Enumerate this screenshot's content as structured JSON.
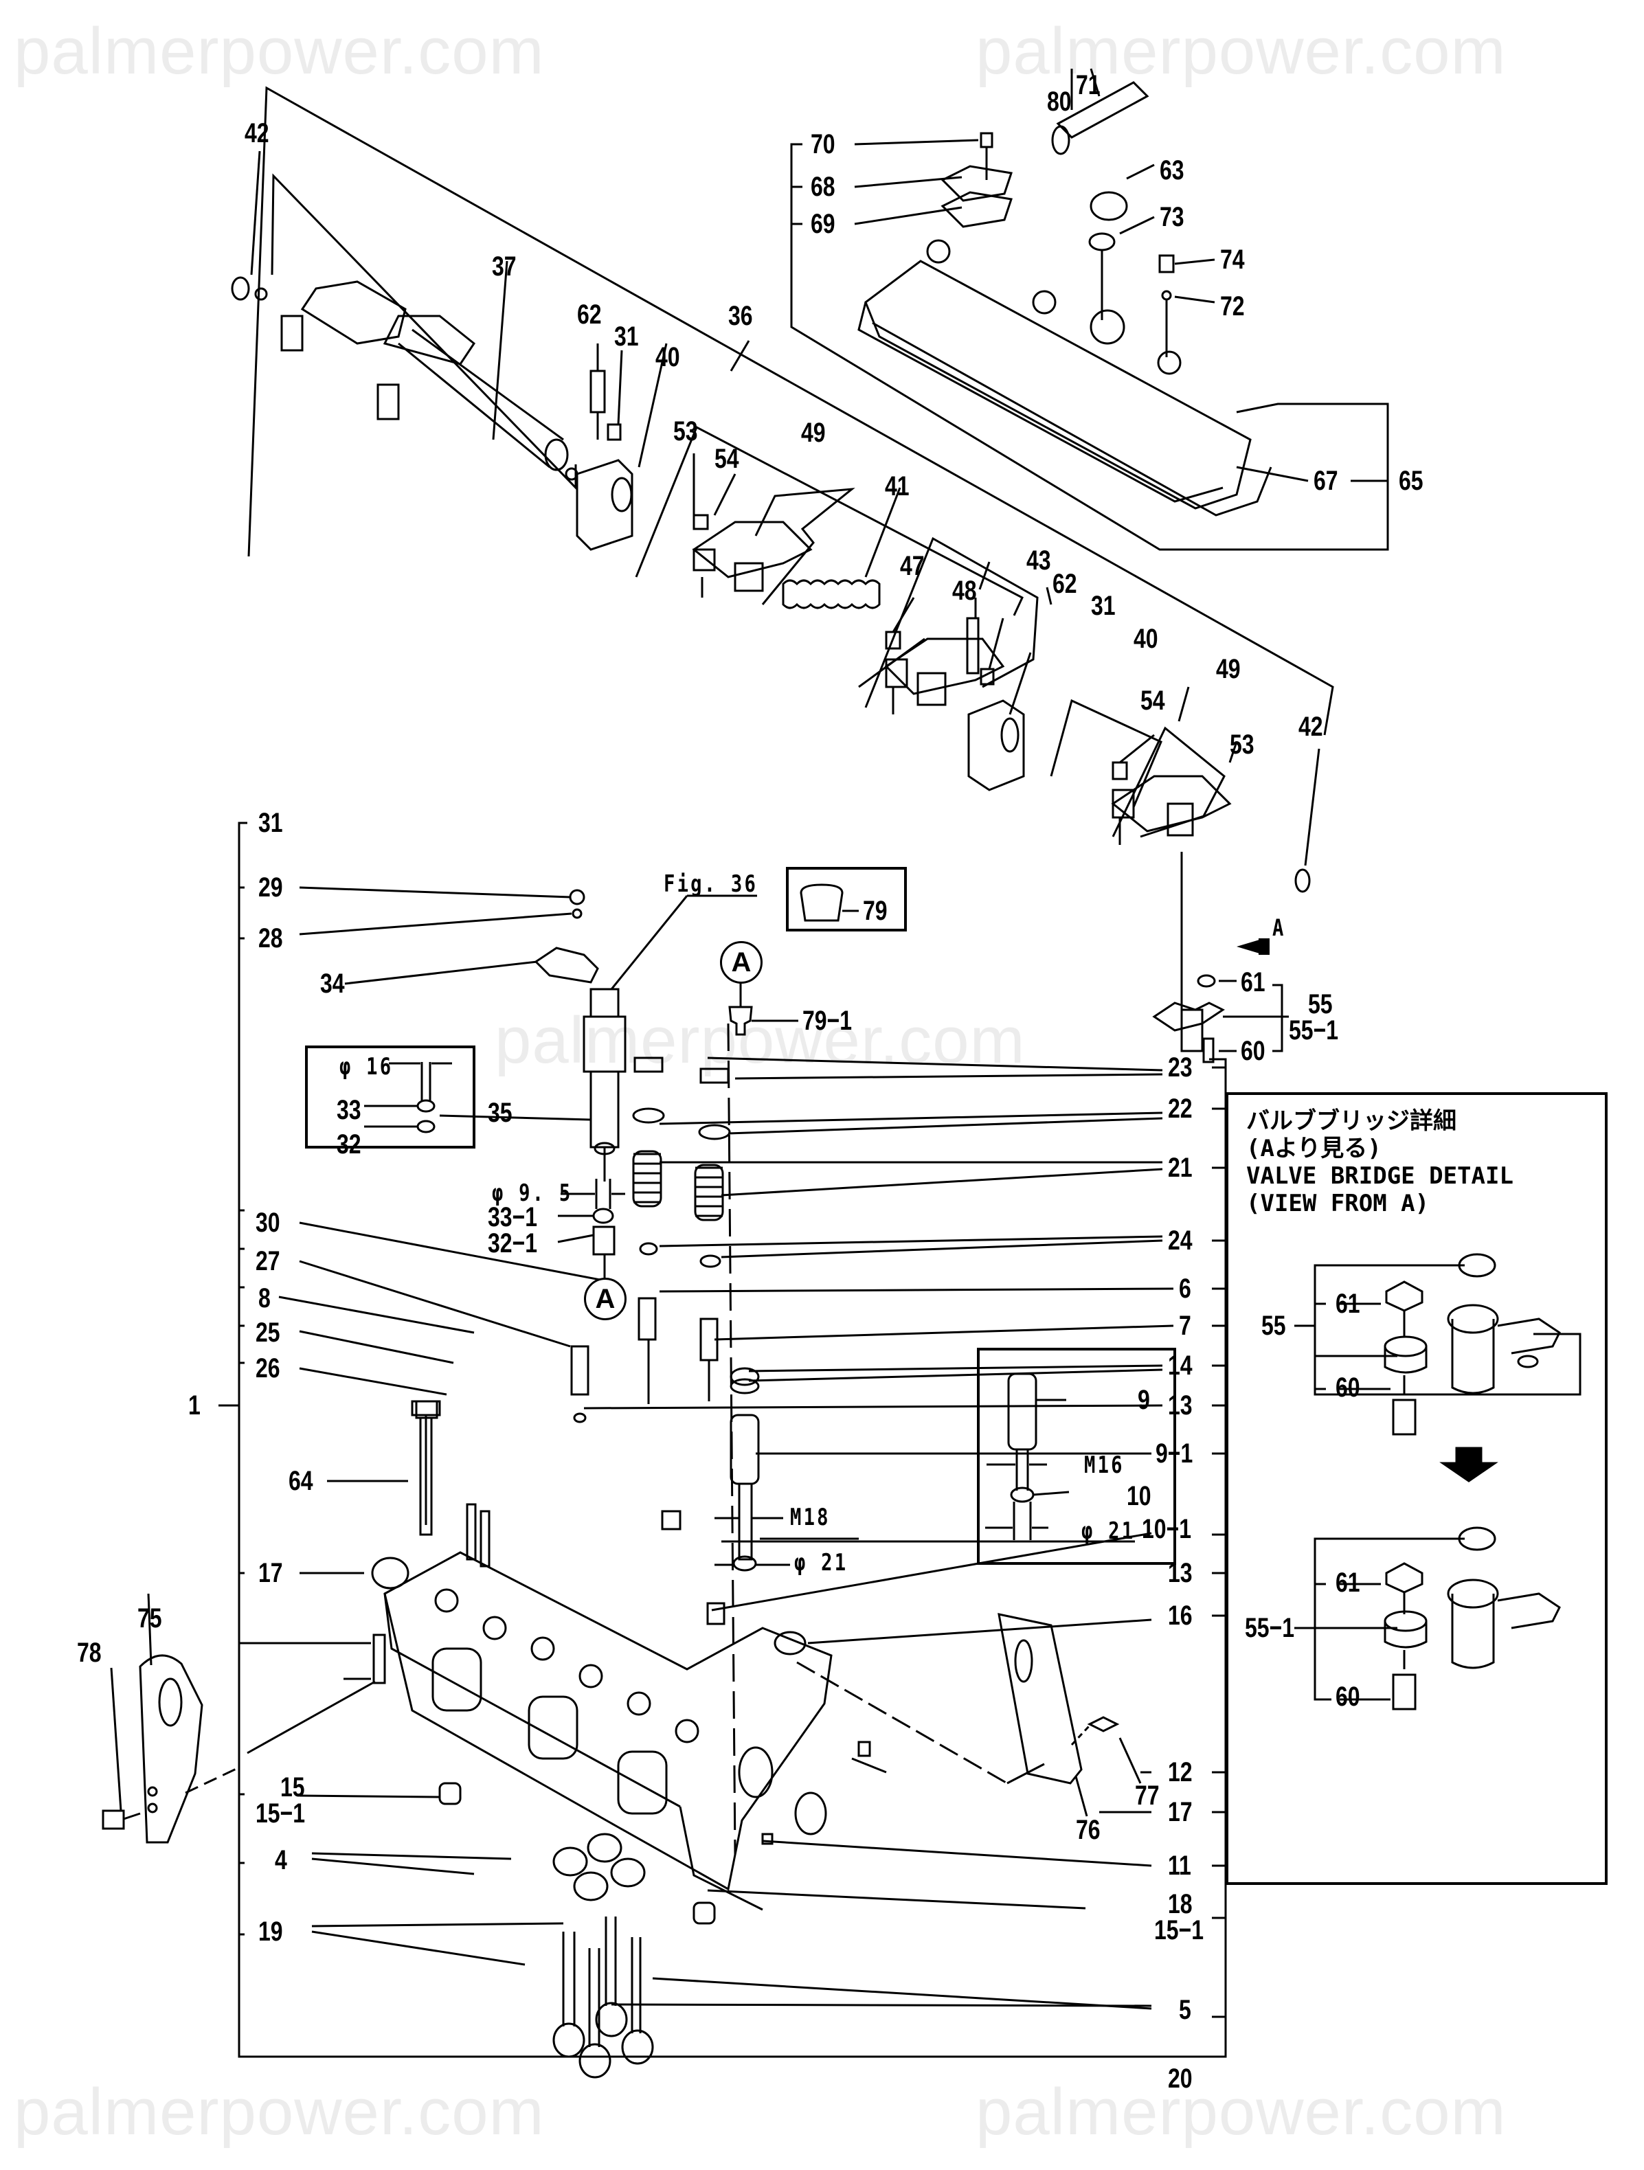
{
  "diagram": {
    "title_jp": "バルブブリッジ詳細",
    "title_jp_sub": "(Aより見る)",
    "title_en": "VALVE BRIDGE DETAIL",
    "title_en_sub": "(VIEW FROM A)",
    "fig_ref": "Fig. 36",
    "view_marker": "A",
    "view_arrow_label": "A"
  },
  "watermark": {
    "text": "palmerpower.com",
    "color": "#ececec"
  },
  "dimensions": {
    "phi16": "φ 16",
    "phi9_5": "φ 9. 5",
    "m18": "M18",
    "phi21_main": "φ 21",
    "m16": "M16",
    "phi21_inset": "φ 21"
  },
  "callouts": {
    "top_left_42": "42",
    "c37": "37",
    "c36": "36",
    "c62a": "62",
    "c31a": "31",
    "c40a": "40",
    "c53a": "53",
    "c54a": "54",
    "c49a": "49",
    "c41": "41",
    "c47": "47",
    "c48": "48",
    "c43": "43",
    "c62b": "62",
    "c31b": "31",
    "c40b": "40",
    "c49b": "49",
    "c54b": "54",
    "c53b": "53",
    "c42b": "42",
    "c70": "70",
    "c68": "68",
    "c69": "69",
    "c80": "80",
    "c71": "71",
    "c63": "63",
    "c73": "73",
    "c74": "74",
    "c72": "72",
    "c67": "67",
    "c65": "65",
    "c61": "61",
    "c55": "55",
    "c55_1": "55−1",
    "c60": "60",
    "c31_group": "31",
    "c29": "29",
    "c28": "28",
    "c34": "34",
    "c33": "33",
    "c32": "32",
    "c35": "35",
    "c33_1": "33−1",
    "c32_1": "32−1",
    "c30": "30",
    "c27": "27",
    "c8": "8",
    "c25": "25",
    "c26": "26",
    "c1": "1",
    "c64": "64",
    "c17a": "17",
    "c75": "75",
    "c78": "78",
    "c15": "15",
    "c15_1a": "15−1",
    "c4": "4",
    "c19": "19",
    "c79": "79",
    "c79_1": "79−1",
    "c23": "23",
    "c22": "22",
    "c21": "21",
    "c24": "24",
    "c6": "6",
    "c7": "7",
    "c14": "14",
    "c13a": "13",
    "c9_1": "9−1",
    "c10_1": "10−1",
    "c13b": "13",
    "c16": "16",
    "c12": "12",
    "c17b": "17",
    "c11": "11",
    "c18": "18",
    "c15_1b": "15−1",
    "c5": "5",
    "c20": "20",
    "c9": "9",
    "c10": "10",
    "c76": "76",
    "c77": "77",
    "d61a": "61",
    "d55": "55",
    "d60a": "60",
    "d61b": "61",
    "d55_1": "55−1",
    "d60b": "60"
  }
}
